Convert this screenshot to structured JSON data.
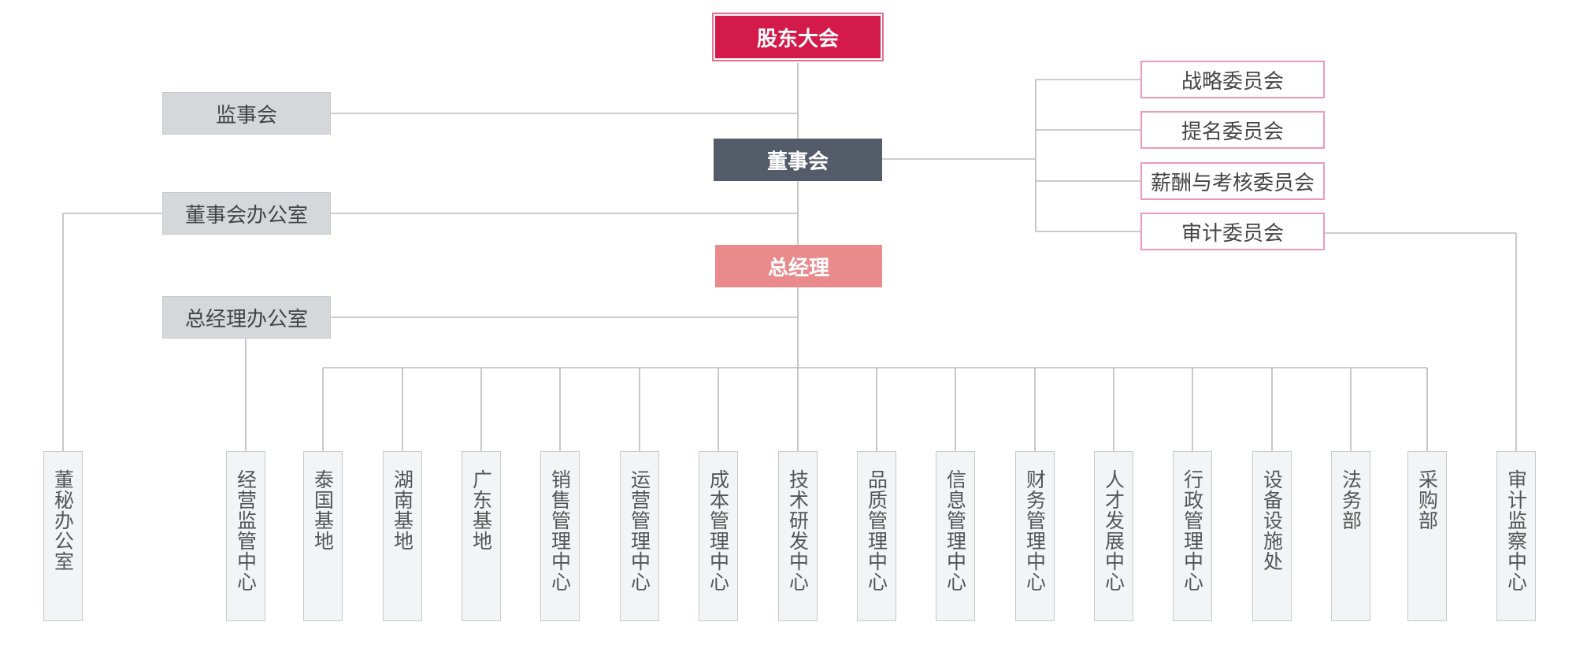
{
  "top": {
    "shareholders": "股东大会",
    "board": "董事会",
    "general_manager": "总经理"
  },
  "side": {
    "supervisory": "监事会",
    "board_office": "董事会办公室",
    "gm_office": "总经理办公室"
  },
  "committees": [
    "战略委员会",
    "提名委员会",
    "薪酬与考核委员会",
    "审计委员会"
  ],
  "departments": [
    "董秘办公室",
    "经营监管中心",
    "泰国基地",
    "湖南基地",
    "广东基地",
    "销售管理中心",
    "运营管理中心",
    "成本管理中心",
    "技术研发中心",
    "品质管理中心",
    "信息管理中心",
    "财务管理中心",
    "人才发展中心",
    "行政管理中心",
    "设备设施处",
    "法务部",
    "采购部",
    "审计监察中心"
  ],
  "colors": {
    "shareholders": "#d41a4a",
    "board": "#545b69",
    "general_manager": "#e98a8d",
    "committee_border": "#ee9ab5",
    "side_box": "#d6d7db",
    "connector": "#bbbbbb"
  }
}
